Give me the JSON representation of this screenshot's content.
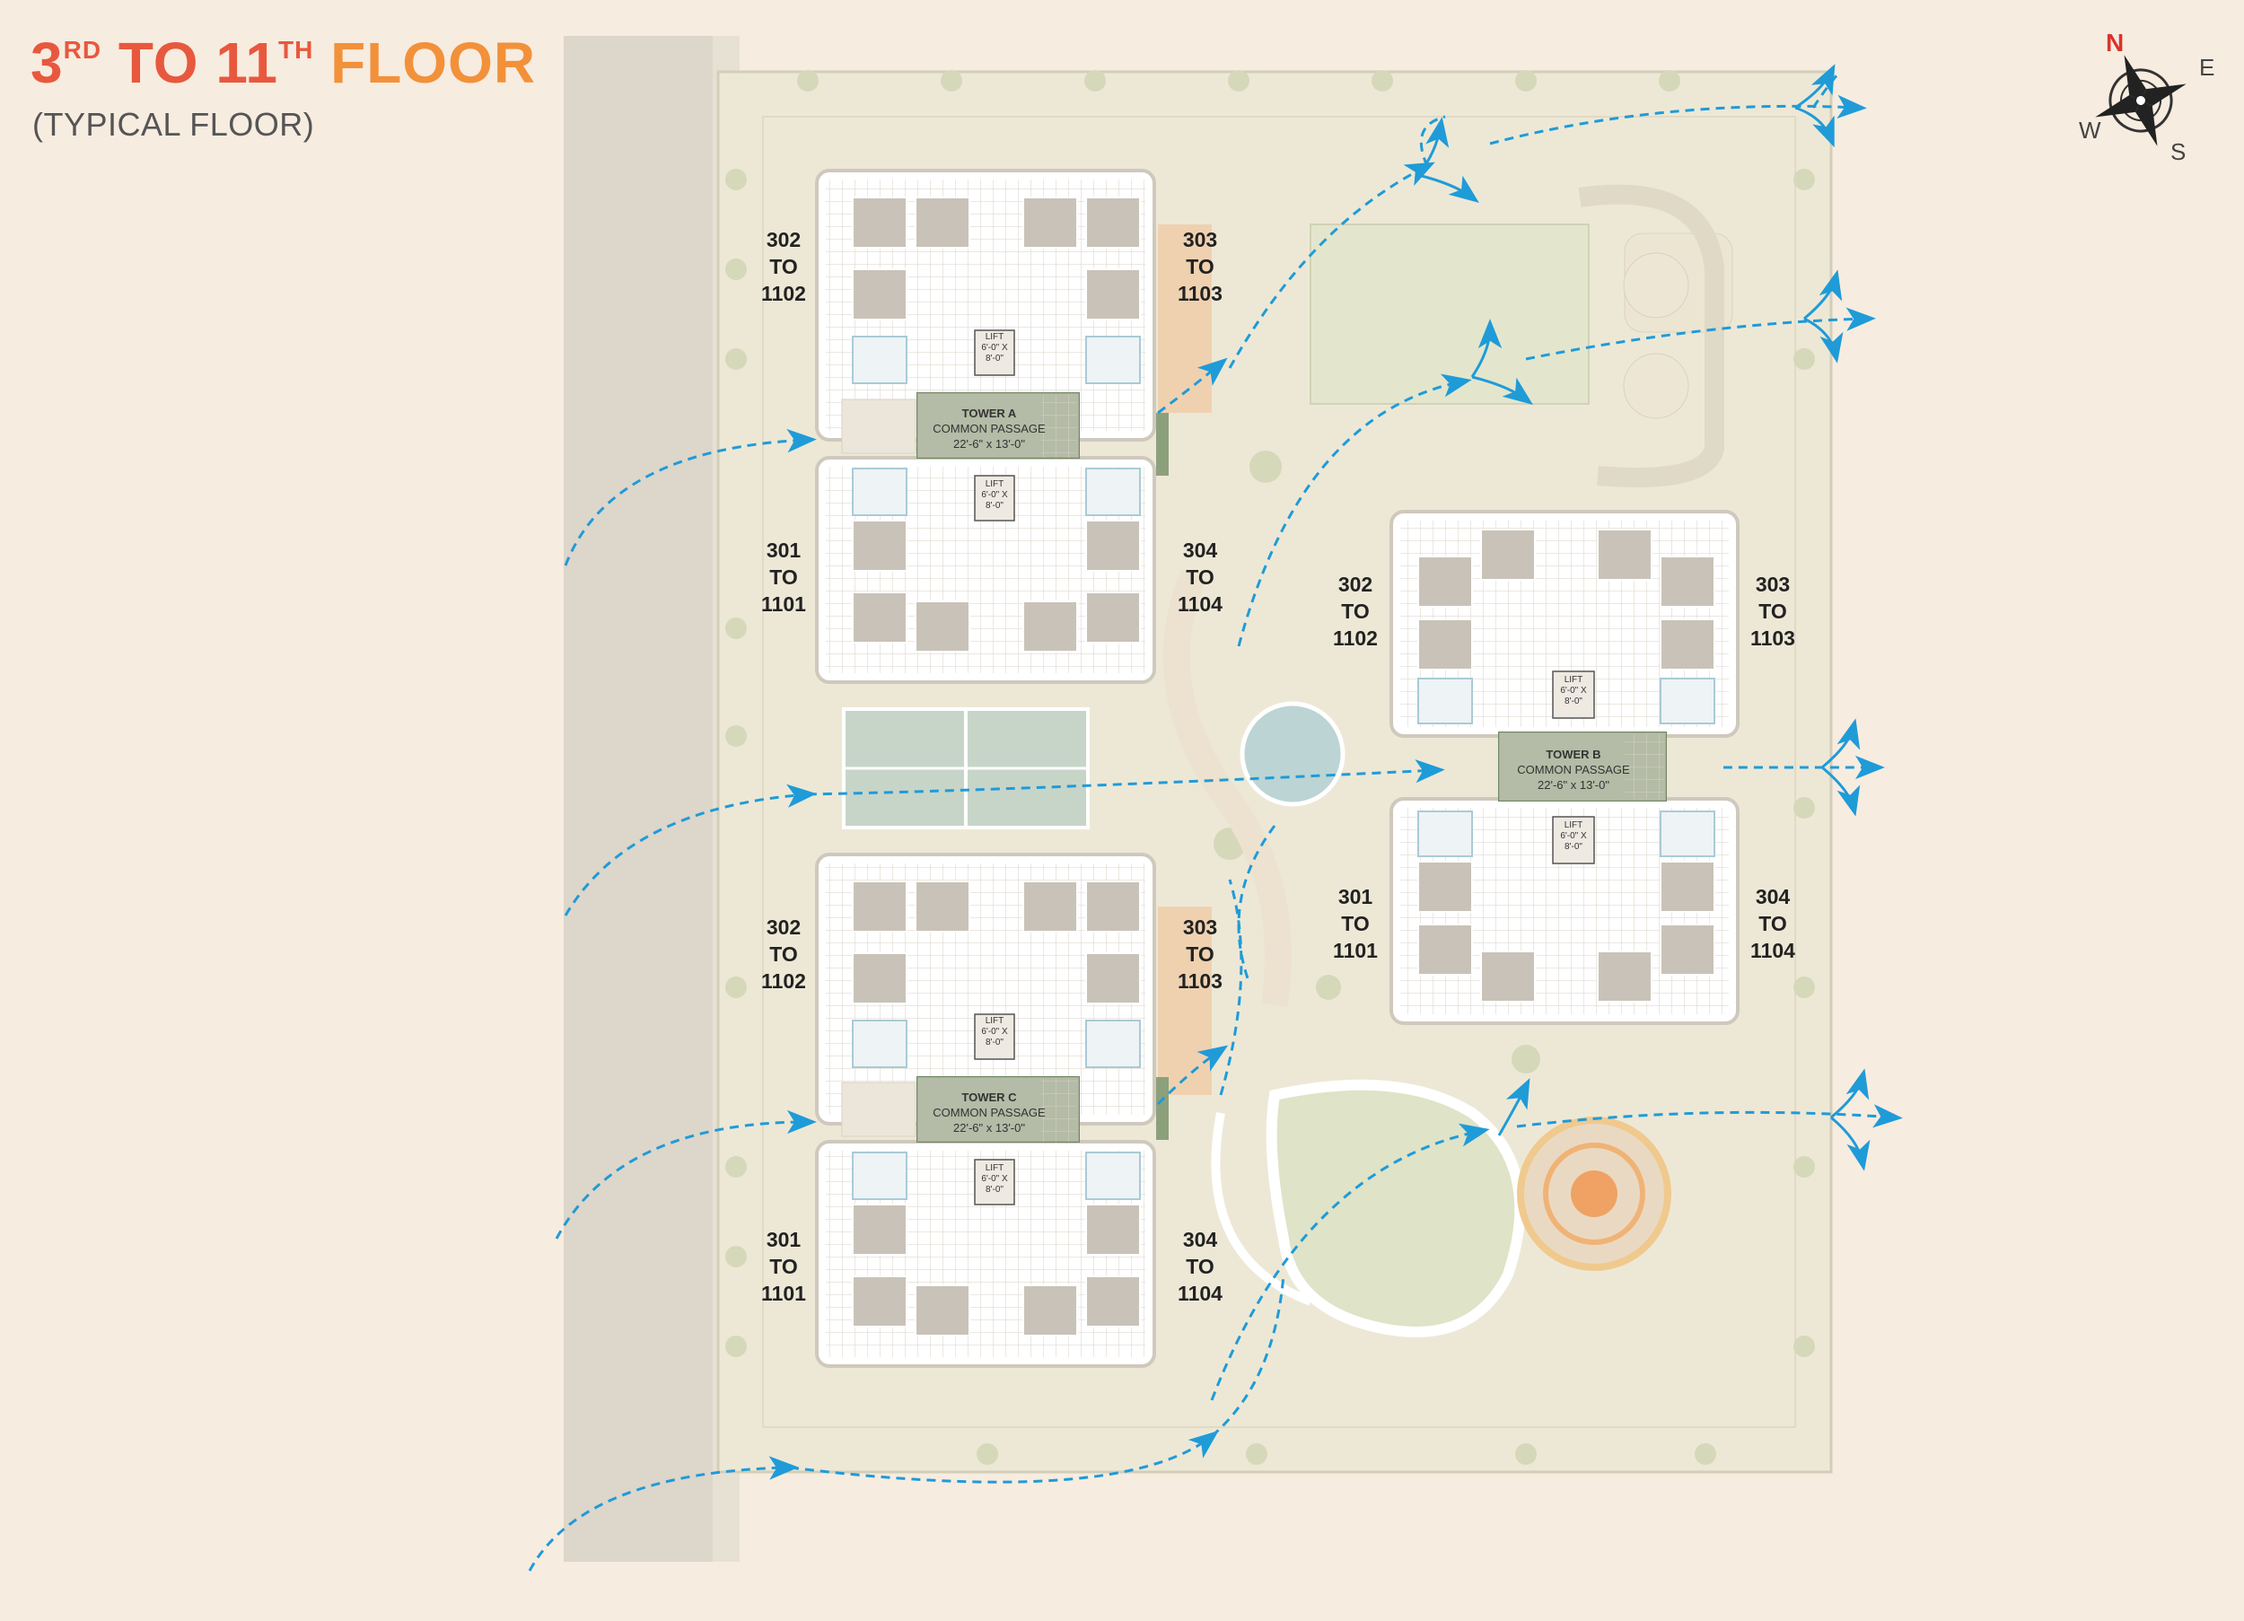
{
  "header": {
    "title_num1": "3",
    "title_sup1": "RD",
    "title_to": "TO 11",
    "title_sup2": "TH",
    "title_floor": "FLOOR",
    "subtitle": "(TYPICAL FLOOR)"
  },
  "compass": {
    "n": "N",
    "e": "E",
    "s": "S",
    "w": "W",
    "icon": "compass-rose-icon"
  },
  "towers": {
    "a": {
      "name": "TOWER A",
      "passage": "COMMON PASSAGE",
      "passage_size": "22'-6\" x 13'-0\"",
      "lift_top": {
        "label": "LIFT",
        "w": "6'-0\" X",
        "h": "8'-0\""
      },
      "lift_bottom": {
        "label": "LIFT",
        "w": "6'-0\" X",
        "h": "8'-0\""
      },
      "units": {
        "tl": {
          "from": "302",
          "to": "TO",
          "end": "1102"
        },
        "tr": {
          "from": "303",
          "to": "TO",
          "end": "1103"
        },
        "bl": {
          "from": "301",
          "to": "TO",
          "end": "1101"
        },
        "br": {
          "from": "304",
          "to": "TO",
          "end": "1104"
        }
      }
    },
    "b": {
      "name": "TOWER B",
      "passage": "COMMON PASSAGE",
      "passage_size": "22'-6\" x 13'-0\"",
      "lift_top": {
        "label": "LIFT",
        "w": "6'-0\" X",
        "h": "8'-0\""
      },
      "lift_bottom": {
        "label": "LIFT",
        "w": "6'-0\" X",
        "h": "8'-0\""
      },
      "units": {
        "tl": {
          "from": "302",
          "to": "TO",
          "end": "1102"
        },
        "tr": {
          "from": "303",
          "to": "TO",
          "end": "1103"
        },
        "bl": {
          "from": "301",
          "to": "TO",
          "end": "1101"
        },
        "br": {
          "from": "304",
          "to": "TO",
          "end": "1104"
        }
      }
    },
    "c": {
      "name": "TOWER C",
      "passage": "COMMON PASSAGE",
      "passage_size": "22'-6\" x 13'-0\"",
      "lift_top": {
        "label": "LIFT",
        "w": "6'-0\" X",
        "h": "8'-0\""
      },
      "lift_bottom": {
        "label": "LIFT",
        "w": "6'-0\" X",
        "h": "8'-0\""
      },
      "units": {
        "tl": {
          "from": "302",
          "to": "TO",
          "end": "1102"
        },
        "tr": {
          "from": "303",
          "to": "TO",
          "end": "1103"
        },
        "bl": {
          "from": "301",
          "to": "TO",
          "end": "1101"
        },
        "br": {
          "from": "304",
          "to": "TO",
          "end": "1104"
        }
      }
    }
  },
  "colors": {
    "background": "#f7ece0",
    "title_red": "#e8583e",
    "title_orange": "#f2913a",
    "wind_arrow": "#1f9bd8",
    "site_green": "#e9ead5",
    "road": "#ddd6ca",
    "passage_green": "#8da07c"
  }
}
